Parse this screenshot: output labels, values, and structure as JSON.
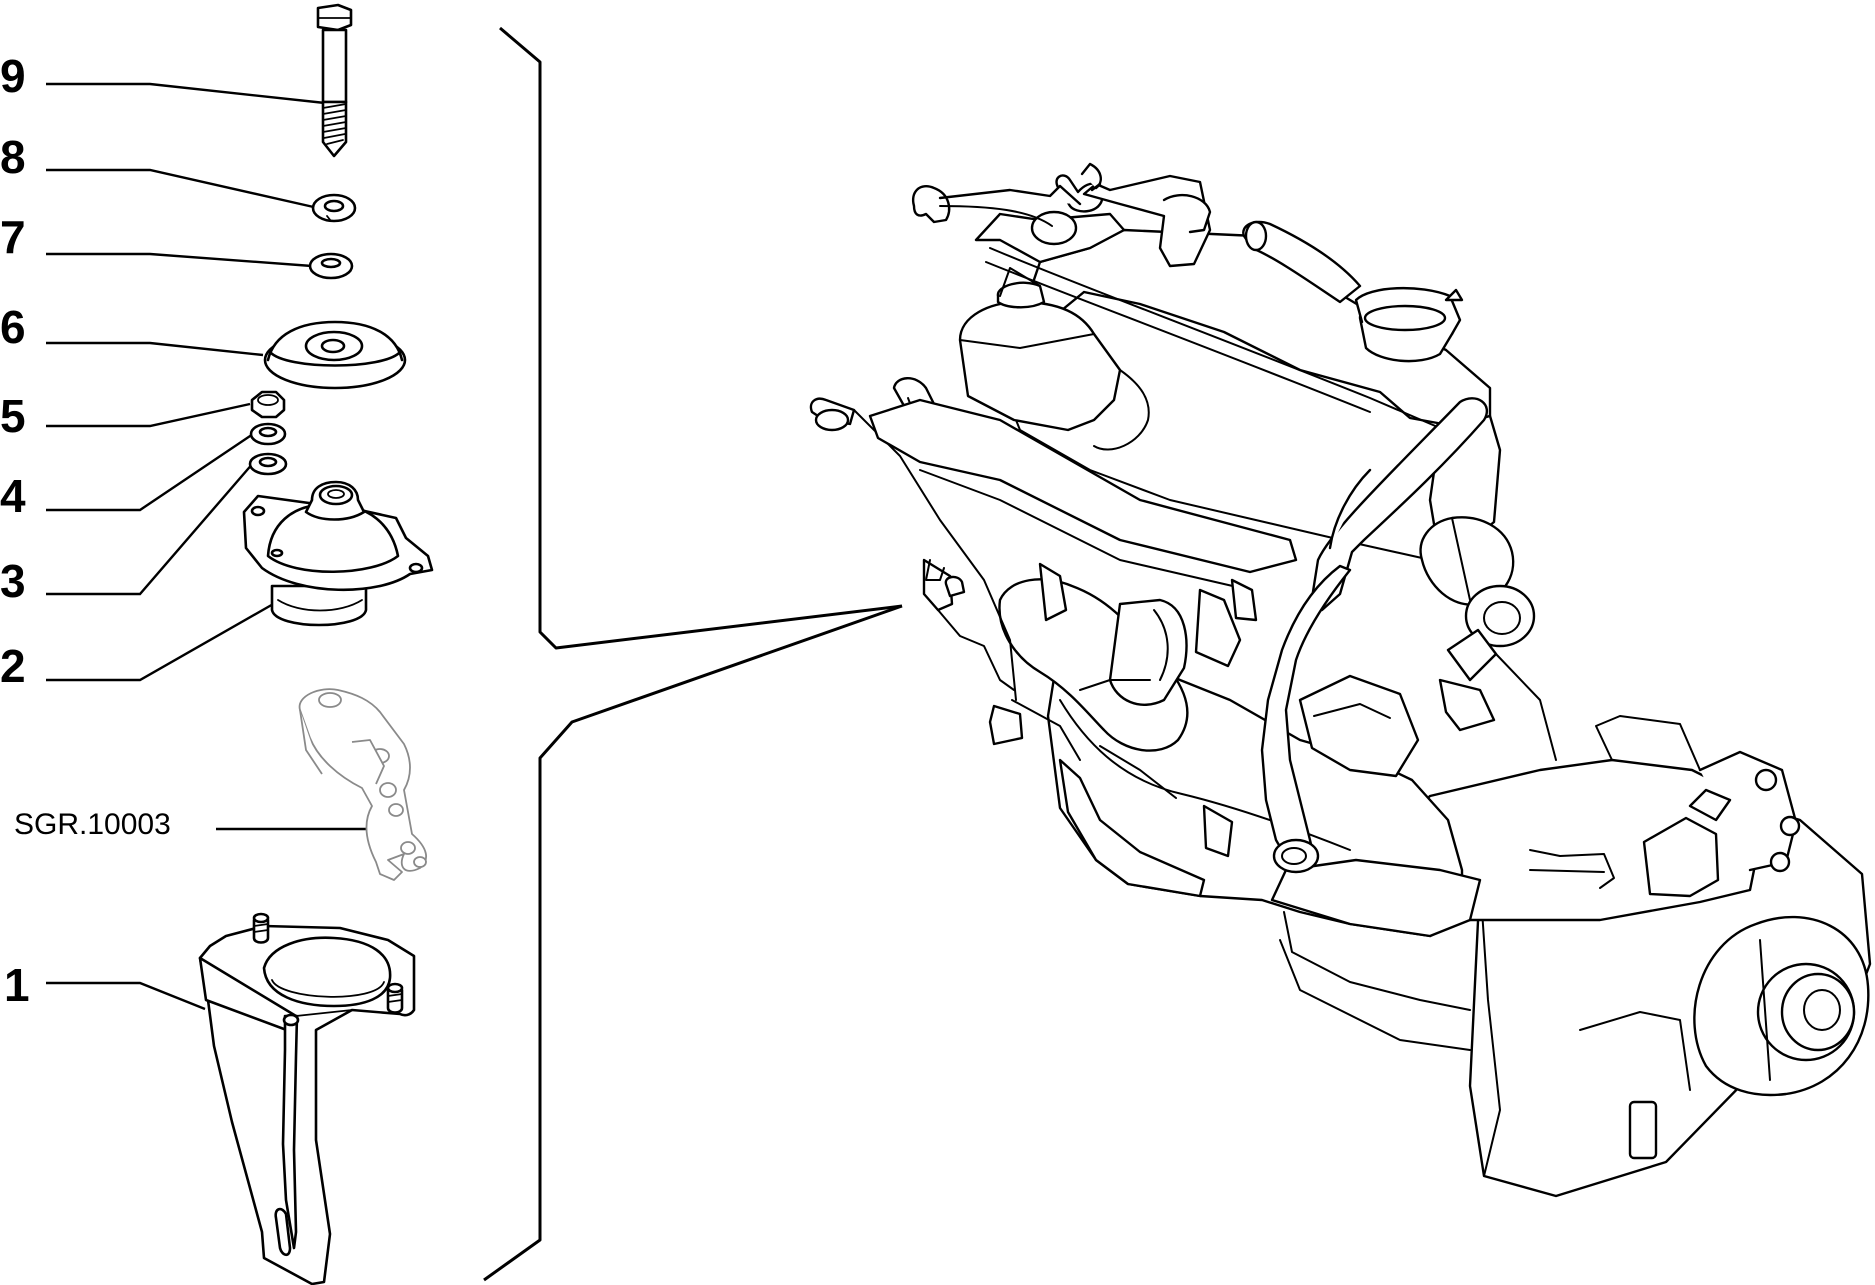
{
  "callouts": [
    {
      "id": "9",
      "label": "9"
    },
    {
      "id": "8",
      "label": "8"
    },
    {
      "id": "7",
      "label": "7"
    },
    {
      "id": "6",
      "label": "6"
    },
    {
      "id": "5",
      "label": "5"
    },
    {
      "id": "4",
      "label": "4"
    },
    {
      "id": "3",
      "label": "3"
    },
    {
      "id": "2",
      "label": "2"
    },
    {
      "id": "1",
      "label": "1"
    }
  ],
  "reference": {
    "label": "SGR.10003"
  }
}
